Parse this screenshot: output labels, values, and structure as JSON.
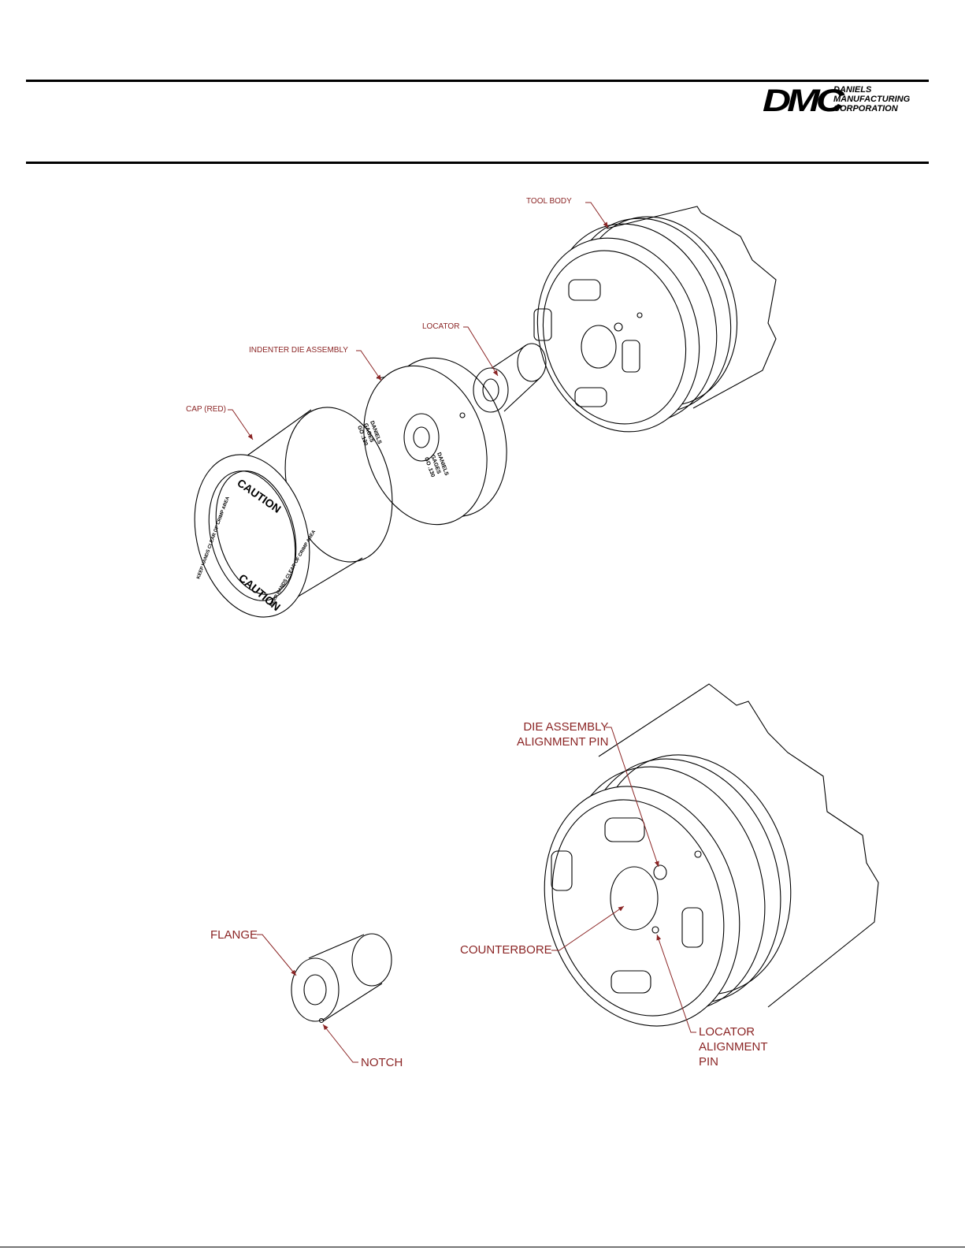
{
  "header": {
    "logo_mark": "DMC",
    "logo_lines": [
      "DANIELS",
      "MANUFACTURING",
      "CORPORATION"
    ]
  },
  "figure1": {
    "labels": {
      "tool_body": "TOOL BODY",
      "locator": "LOCATOR",
      "indenter_die": "INDENTER DIE ASSEMBLY",
      "cap": "CAP (RED)"
    },
    "cap_markings": {
      "caution": "CAUTION",
      "warning": "KEEP HANDS CLEAR OF CRIMP AREA"
    },
    "die_markings": [
      "DANIELS",
      "GAGES",
      "GO .130"
    ]
  },
  "figure2": {
    "labels": {
      "die_pin_line1": "DIE ASSEMBLY",
      "die_pin_line2": "ALIGNMENT PIN",
      "counterbore": "COUNTERBORE",
      "flange": "FLANGE",
      "notch": "NOTCH",
      "locator_pin_line1": "LOCATOR",
      "locator_pin_line2": "ALIGNMENT",
      "locator_pin_line3": "PIN"
    }
  },
  "colors": {
    "label": "#8b2525",
    "line": "#000000"
  }
}
